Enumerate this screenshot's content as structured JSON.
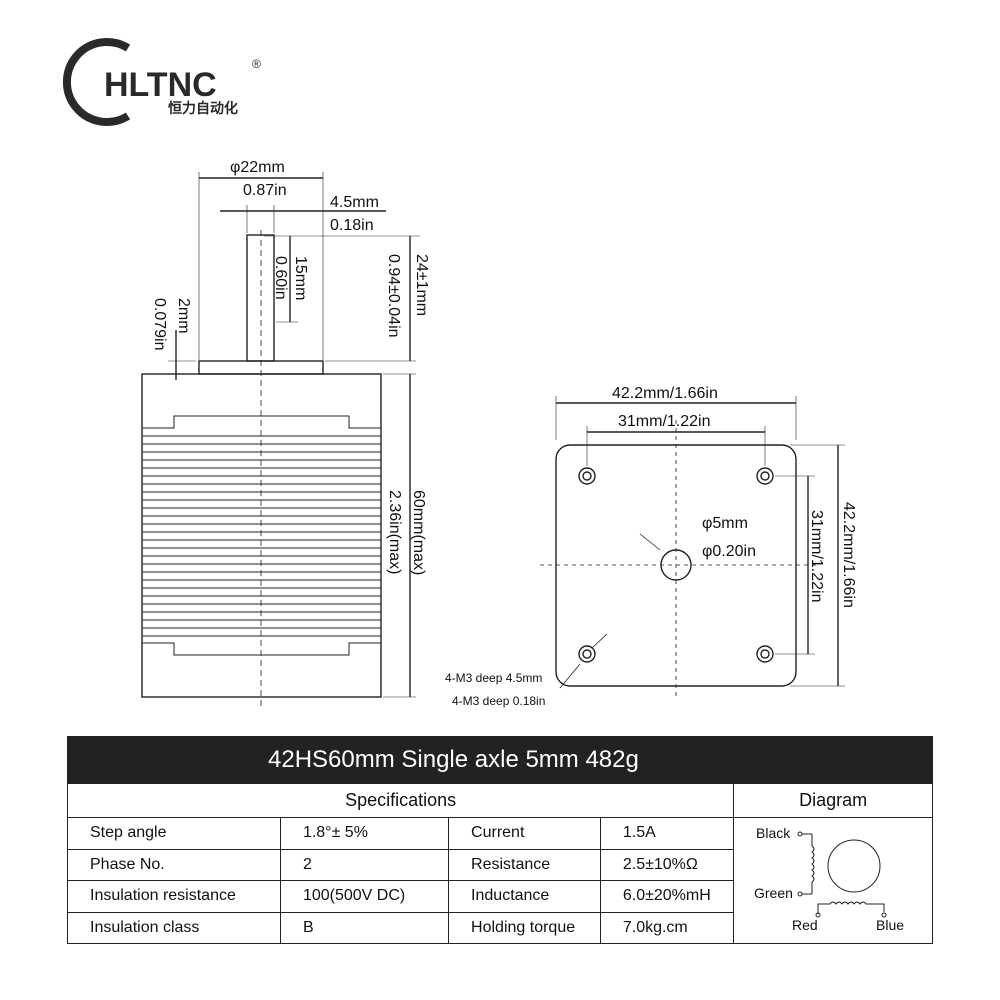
{
  "logo": {
    "brand": "HLTNC",
    "registered": "®",
    "subtitle": "恒力自动化"
  },
  "side_view": {
    "shaft_diameter_mm": "φ22mm",
    "shaft_diameter_in": "0.87in",
    "flat_mm": "4.5mm",
    "flat_in": "0.18in",
    "flat_len_mm": "15mm",
    "flat_len_in": "0.60in",
    "shaft_len_mm": "24±1mm",
    "shaft_len_in": "0.94±0.04in",
    "boss_mm": "2mm",
    "boss_in": "0.079in",
    "body_mm": "60mm(max)",
    "body_in": "2.36in(max)"
  },
  "front_view": {
    "width": "42.2mm/1.66in",
    "hole_spacing": "31mm/1.22in",
    "height": "42.2mm/1.66in",
    "hole_spacing_v": "31mm/1.22in",
    "shaft_mm": "φ5mm",
    "shaft_in": "φ0.20in",
    "holes_mm": "4-M3 deep 4.5mm",
    "holes_in": "4-M3 deep 0.18in"
  },
  "table": {
    "title": "42HS60mm Single axle  5mm  482g",
    "spec_header": "Specifications",
    "diagram_header": "Diagram",
    "rows": [
      {
        "k1": "Step angle",
        "v1": "1.8°± 5%",
        "k2": "Current",
        "v2": "1.5A"
      },
      {
        "k1": "Phase No.",
        "v1": "2",
        "k2": "Resistance",
        "v2": "2.5±10%Ω"
      },
      {
        "k1": "Insulation resistance",
        "v1": "100(500V  DC)",
        "k2": "Inductance",
        "v2": "6.0±20%mH"
      },
      {
        "k1": "Insulation class",
        "v1": "B",
        "k2": "Holding torque",
        "v2": "7.0kg.cm"
      }
    ],
    "wires": {
      "black": "Black",
      "green": "Green",
      "red": "Red",
      "blue": "Blue"
    }
  }
}
